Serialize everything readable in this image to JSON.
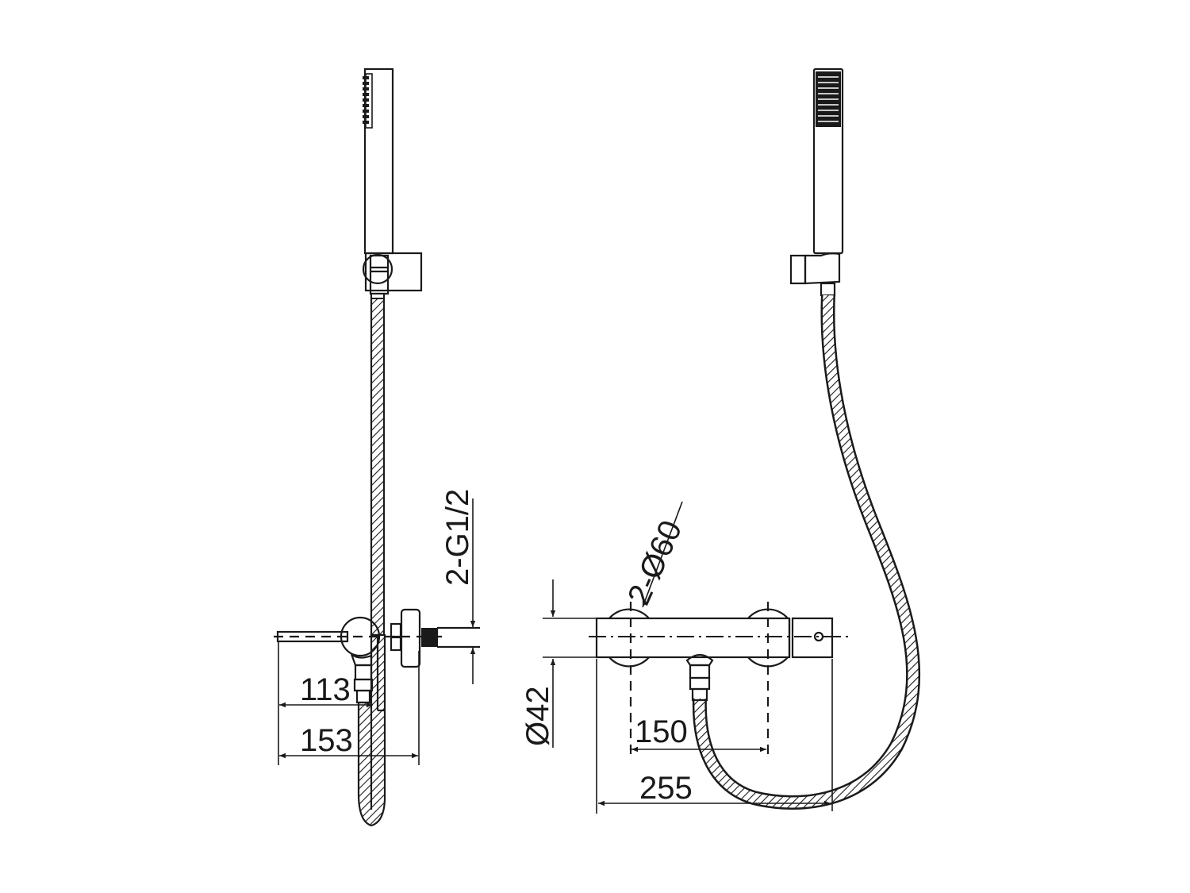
{
  "drawing": {
    "type": "technical-drawing",
    "subject": "thermostatic exposed shower mixer with hand shower and hose",
    "views": [
      {
        "id": "side-view",
        "label": "Side view"
      },
      {
        "id": "front-view",
        "label": "Front view"
      }
    ],
    "colors": {
      "line": "#1a1a1a",
      "background": "#ffffff"
    }
  },
  "dimensions": {
    "side": {
      "thread": "2-G1/2",
      "depth_inner": "113",
      "depth_outer": "153"
    },
    "front": {
      "escutcheon": "2-Ø60",
      "body_diameter": "Ø42",
      "centers": "150",
      "total_width": "255"
    }
  }
}
